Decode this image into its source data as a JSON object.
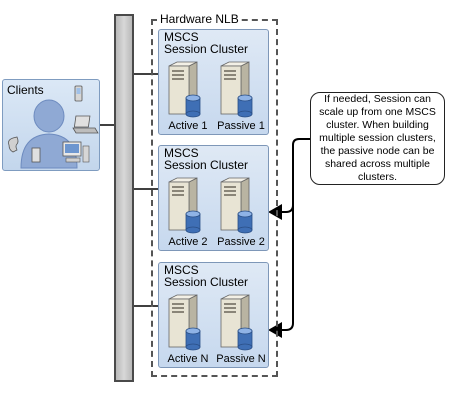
{
  "clients": {
    "label": "Clients"
  },
  "nlb": {
    "label": "Hardware NLB"
  },
  "clusters": [
    {
      "title_line1": "MSCS",
      "title_line2": "Session Cluster",
      "active": "Active 1",
      "passive": "Passive 1"
    },
    {
      "title_line1": "MSCS",
      "title_line2": "Session Cluster",
      "active": "Active 2",
      "passive": "Passive 2"
    },
    {
      "title_line1": "MSCS",
      "title_line2": "Session Cluster",
      "active": "Active N",
      "passive": "Passive N"
    }
  ],
  "callout": {
    "text": "If needed, Session can scale up from one MSCS cluster. When building multiple session clusters, the passive node can be shared across multiple clusters."
  },
  "colors": {
    "panel_fill": "#c6d8ee",
    "panel_border": "#7e97b8",
    "server_body": "#e8e4d4",
    "database": "#3f6fb5"
  },
  "icons": [
    "person-icon",
    "laptop-icon",
    "pda-icon",
    "phone-icon",
    "desktop-icon",
    "server-icon",
    "database-icon"
  ]
}
